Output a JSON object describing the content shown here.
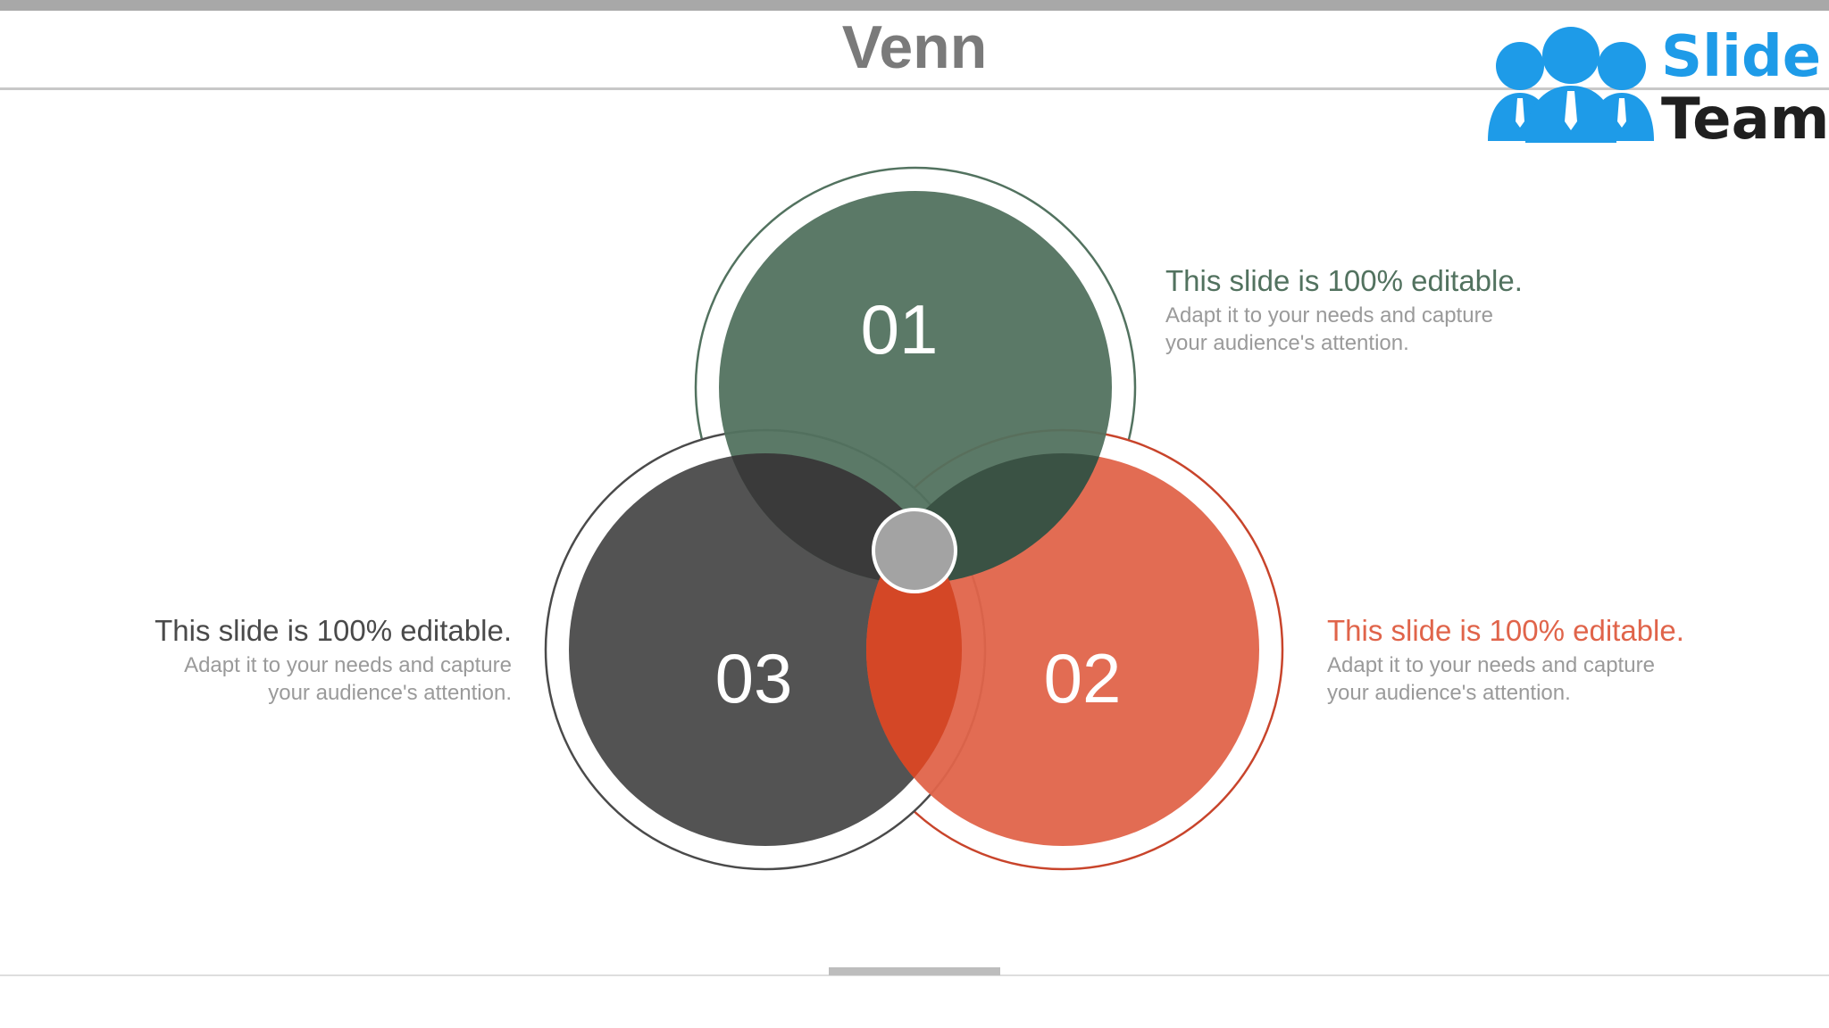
{
  "title": "Venn",
  "logo": {
    "line1": "Slide",
    "line2": "Team",
    "color_primary": "#1e9be8",
    "color_text": "#1f1f1f"
  },
  "colors": {
    "circle_01": "#52725f",
    "circle_02": "#e0644a",
    "circle_03": "#535353",
    "center": "#a3a3a3"
  },
  "circles": [
    {
      "number": "01",
      "color": "#52725f"
    },
    {
      "number": "02",
      "color": "#e0644a"
    },
    {
      "number": "03",
      "color": "#535353"
    }
  ],
  "captions": [
    {
      "heading": "This slide is 100% editable.",
      "body_line1": "Adapt it to your needs and capture",
      "body_line2": "your audience's attention.",
      "color": "#52725f"
    },
    {
      "heading": "This slide is 100% editable.",
      "body_line1": "Adapt it to your needs and capture",
      "body_line2": "your audience's attention.",
      "color": "#e0644a"
    },
    {
      "heading": "This slide is 100% editable.",
      "body_line1": "Adapt it to your needs and capture",
      "body_line2": "your audience's attention.",
      "color": "#4a4a4a"
    }
  ]
}
